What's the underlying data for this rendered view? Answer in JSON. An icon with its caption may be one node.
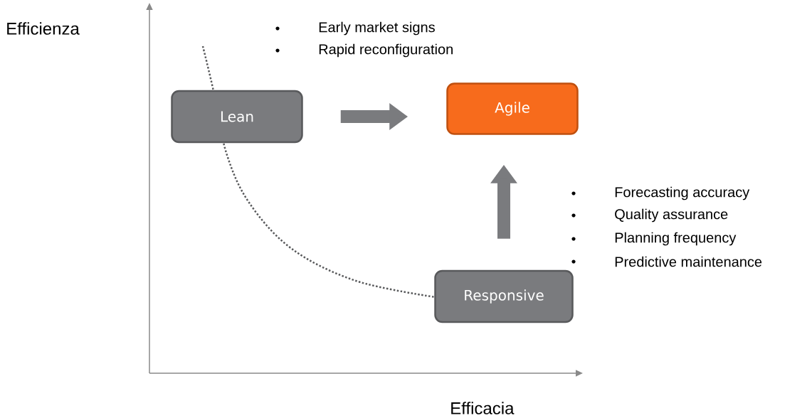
{
  "diagram": {
    "nodes": [
      {
        "text": [
          "Lean"
        ]
      },
      {
        "text": [
          "Agile"
        ]
      },
      {
        "text": [
          "Responsive"
        ]
      }
    ],
    "edges": [
      {
        "from": 0,
        "to": 1,
        "arrow": "to"
      },
      {
        "from": 2,
        "to": 1,
        "arrow": "to"
      }
    ],
    "labels": [
      "Efficienza",
      "Early market signs",
      "Rapid reconfiguration",
      "Forecasting accuracy",
      "Quality assurance",
      "Planning frequency",
      "Predictive maintenance",
      "Efficacia"
    ]
  }
}
